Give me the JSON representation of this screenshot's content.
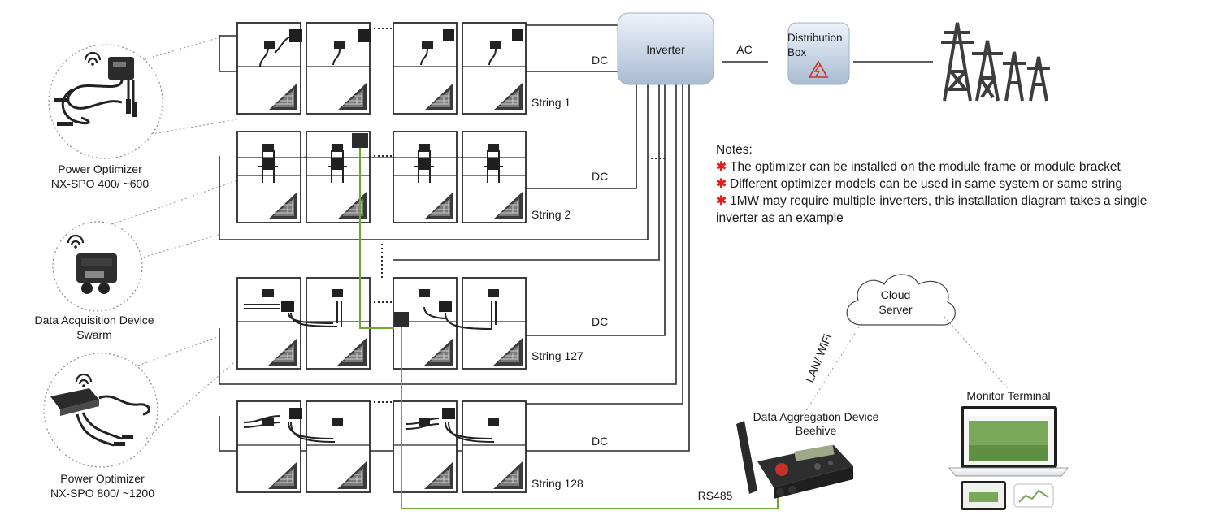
{
  "optimizer_small": {
    "title": "Power Optimizer",
    "model": "NX-SPO 400/ ~600"
  },
  "acquisition": {
    "title": "Data Acquisition Device",
    "name": "Swarm"
  },
  "optimizer_large": {
    "title": "Power Optimizer",
    "model": "NX-SPO 800/ ~1200"
  },
  "strings": [
    {
      "label": "String 1",
      "dc": "DC"
    },
    {
      "label": "String 2",
      "dc": "DC"
    },
    {
      "label": "String 127",
      "dc": "DC"
    },
    {
      "label": "String 128",
      "dc": "DC"
    }
  ],
  "inverter": {
    "label": "Inverter"
  },
  "ac_label": "AC",
  "distribution_box": {
    "line1": "Distribution",
    "line2": "Box"
  },
  "notes": {
    "title": "Notes:",
    "items": [
      "The optimizer can be installed on the module frame or module bracket",
      "Different optimizer models can be used in same system or same string",
      "1MW may require multiple inverters, this installation diagram takes a single inverter as an example"
    ]
  },
  "cloud": {
    "line1": "Cloud",
    "line2": "Server"
  },
  "lan_label": "LAN/ WiFi",
  "monitor": {
    "label": "Monitor Terminal"
  },
  "aggregation": {
    "title": "Data Aggregation Device",
    "name": "Beehive"
  },
  "rs485_label": "RS485",
  "colors": {
    "signal_line": "#6aaa2a",
    "box_gradient_top": "#e9f0fa",
    "box_gradient_bottom": "#aebfd4",
    "note_star": "#e0201b"
  }
}
